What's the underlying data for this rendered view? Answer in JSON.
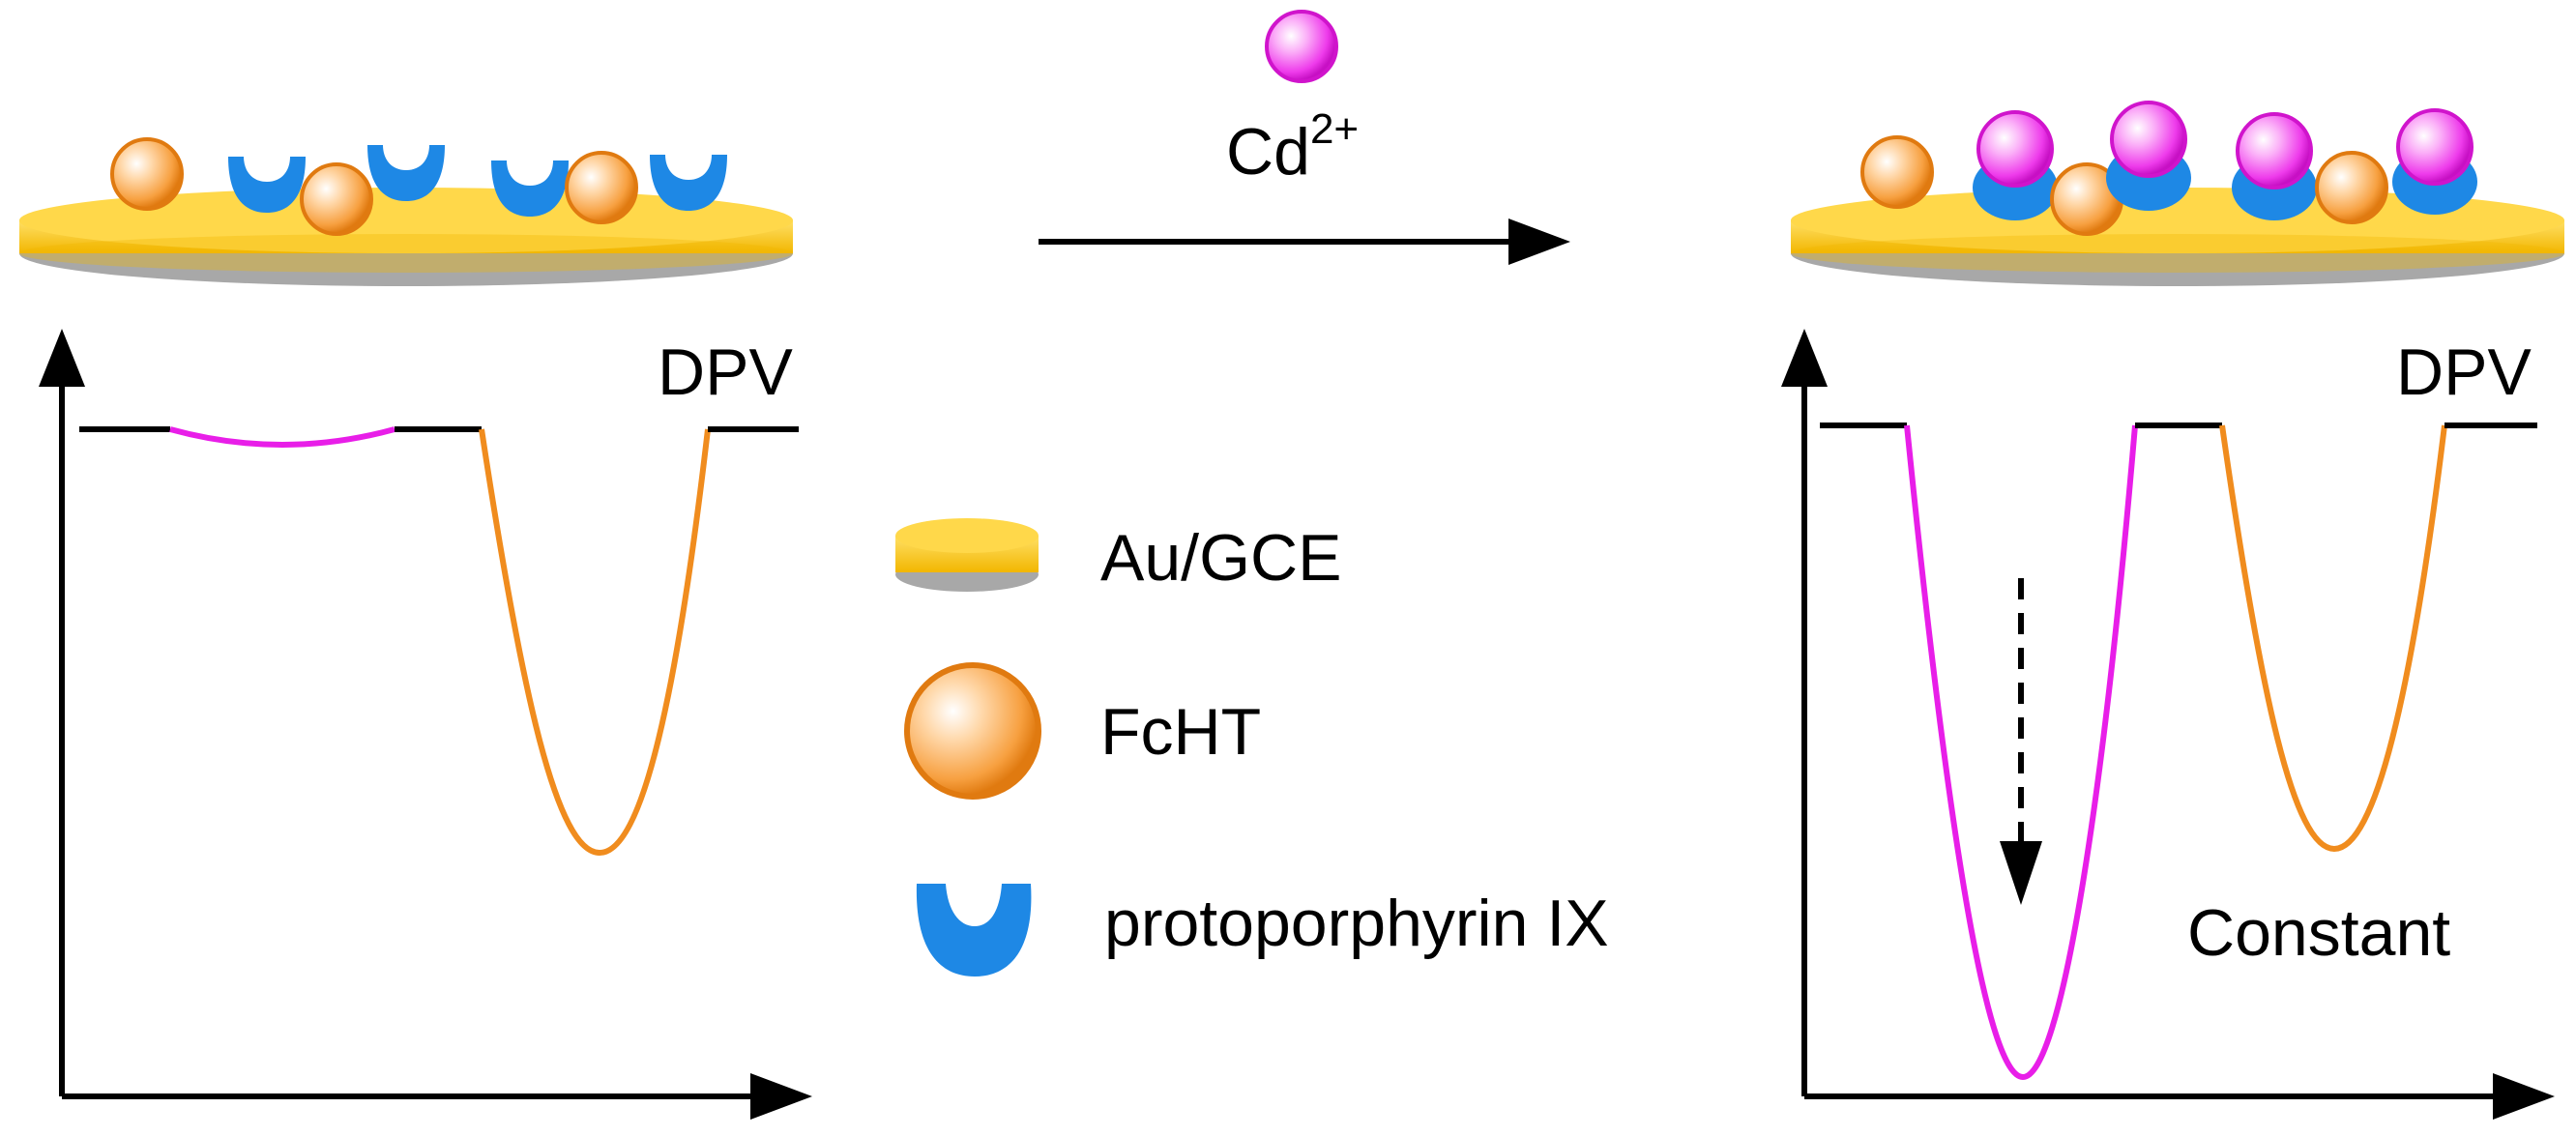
{
  "reaction": {
    "ion_label": "Cd",
    "ion_charge": "2+"
  },
  "panels": {
    "left": {
      "technique_label": "DPV"
    },
    "right": {
      "technique_label": "DPV",
      "annotation": "Constant"
    }
  },
  "legend": {
    "items": [
      {
        "icon": "gold-electrode-disk-icon",
        "label": "Au/GCE"
      },
      {
        "icon": "orange-sphere-icon",
        "label": "FcHT"
      },
      {
        "icon": "blue-cup-icon",
        "label": "protoporphyrin IX"
      }
    ]
  },
  "colors": {
    "gold": "#F5C518",
    "gold_dark": "#E6A800",
    "orange": "#F08C1E",
    "blue": "#1E88E5",
    "magenta": "#E81EE8",
    "black": "#000000"
  }
}
